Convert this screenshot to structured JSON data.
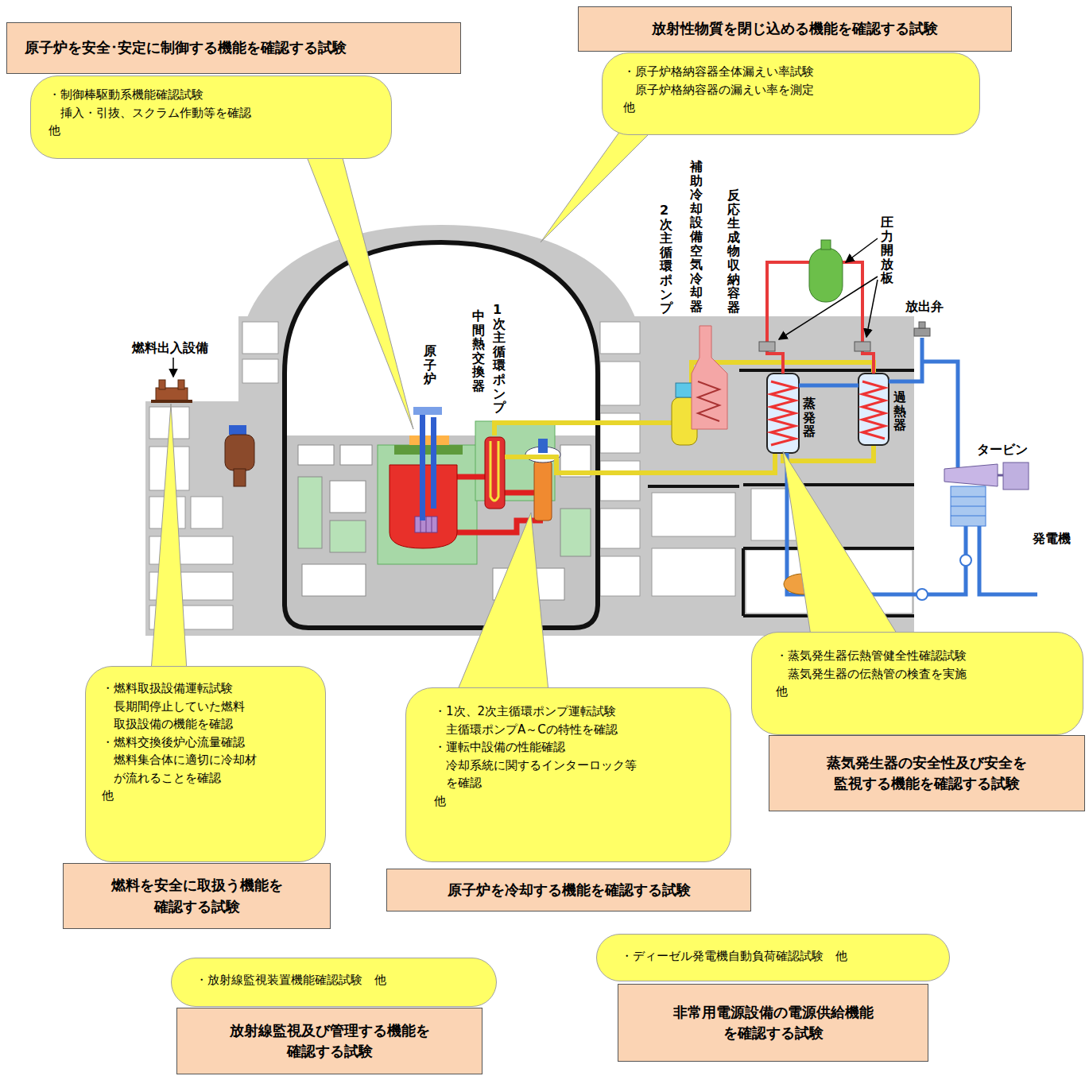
{
  "diagram": {
    "nodes": [
      {
        "text": [
          "原子炉を安全･安定に制御する機能を確認する試験"
        ]
      },
      {
        "text": [
          "・制御棒駆動系機能確認試験",
          "挿入・引抜、スクラム作動等を確認",
          "他"
        ]
      },
      {
        "text": [
          "放射性物質を閉じ込める機能を確認する試験"
        ]
      },
      {
        "text": [
          "・原子炉格納容器全体漏えい率試験",
          "原子炉格納容器の漏えい率を測定",
          "他"
        ]
      },
      {
        "text": [
          "・燃料取扱設備運転試験",
          "長期間停止していた燃料 取扱設備の機能を確認",
          "・燃料交換後炉心流量確認",
          "燃料集合体に適切に冷却材 が流れることを確認",
          "他"
        ]
      },
      {
        "text": [
          "燃料を安全に取扱う機能を 確認する試験"
        ]
      },
      {
        "text": [
          "・1次、2次主循環ポンプ運転試験",
          "主循環ポンプA～Cの特性を確認",
          "・運転中設備の性能確認",
          "冷却系統に関するインターロック等 を確認",
          "他"
        ]
      },
      {
        "text": [
          "原子炉を冷却する機能を確認する試験"
        ]
      },
      {
        "text": [
          "・蒸気発生器伝熱管健全性確認試験",
          "蒸気発生器の伝熱管の検査を実施",
          "他"
        ]
      },
      {
        "text": [
          "蒸気発生器の安全性及び安全を 監視する機能を確認する試験"
        ]
      },
      {
        "text": [
          "・放射線監視装置機能確認試験　他"
        ]
      },
      {
        "text": [
          "放射線監視及び管理する機能を 確認する試験"
        ]
      },
      {
        "text": [
          "・ディーゼル発電機自動負荷確認試験　他"
        ]
      },
      {
        "text": [
          "非常用電源設備の電源供給機能 を確認する試験"
        ]
      }
    ],
    "labels": [
      "原子炉",
      "中間熱交換器",
      "1次主循環ポンプ",
      "2次主循環ポンプ",
      "補助冷却設備空気冷却器",
      "反応生成物収納容器",
      "圧力開放板",
      "燃料出入設備",
      "放出弁",
      "蒸発器",
      "過熱器",
      "タービン",
      "発電機"
    ]
  }
}
